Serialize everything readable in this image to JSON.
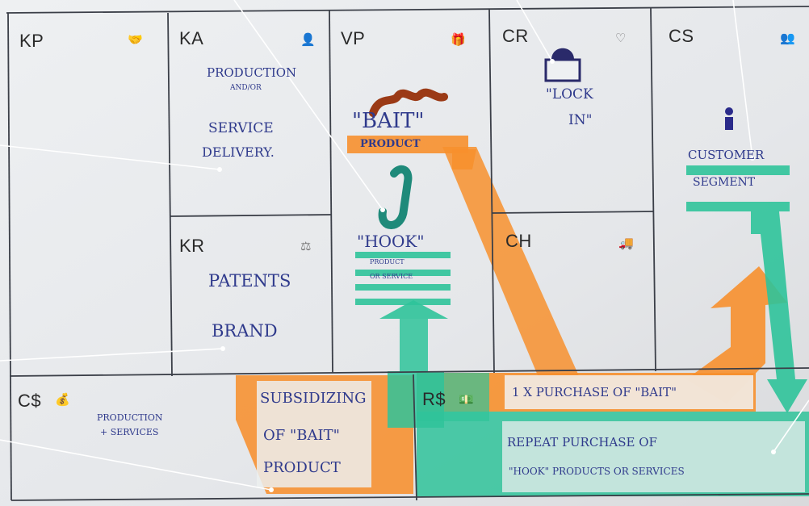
{
  "blocks": {
    "kp": {
      "code": "KP"
    },
    "ka": {
      "code": "KA",
      "line1": "Production",
      "line2": "and/or",
      "line3": "Service",
      "line4": "Delivery."
    },
    "kr": {
      "code": "KR",
      "line1": "Patents",
      "line2": "Brand"
    },
    "vp": {
      "code": "VP",
      "bait": "\"Bait\"",
      "bait_sub": "Product",
      "hook": "\"Hook\"",
      "hook_sub1": "Product",
      "hook_sub2": "or Service"
    },
    "cr": {
      "code": "CR",
      "line1": "\"Lock",
      "line2": "in\""
    },
    "ch": {
      "code": "CH"
    },
    "cs": {
      "code": "CS",
      "line1": "Customer",
      "line2": "Segment"
    },
    "cost": {
      "code": "C$",
      "line1": "Production",
      "line2": "+ Services",
      "line3": "Subsidizing",
      "line4": "of \"Bait\"",
      "line5": "Product"
    },
    "rev": {
      "code": "R$",
      "line1": "1 x Purchase of \"Bait\"",
      "line2": "Repeat Purchase of",
      "line3": "\"Hook\" Products or Services"
    }
  },
  "icons": [
    "handshake-icon",
    "person-icon",
    "gift-icon",
    "heart-icon",
    "person-icon",
    "people-icon",
    "truck-icon",
    "scale-icon",
    "money-icon"
  ],
  "colors": {
    "orange": "#f7902e",
    "teal": "#2fc39a",
    "ink": "#2f3a8c",
    "worm": "#9b3a16",
    "hook": "#1f8a7a",
    "paper": "#e9eaec"
  }
}
